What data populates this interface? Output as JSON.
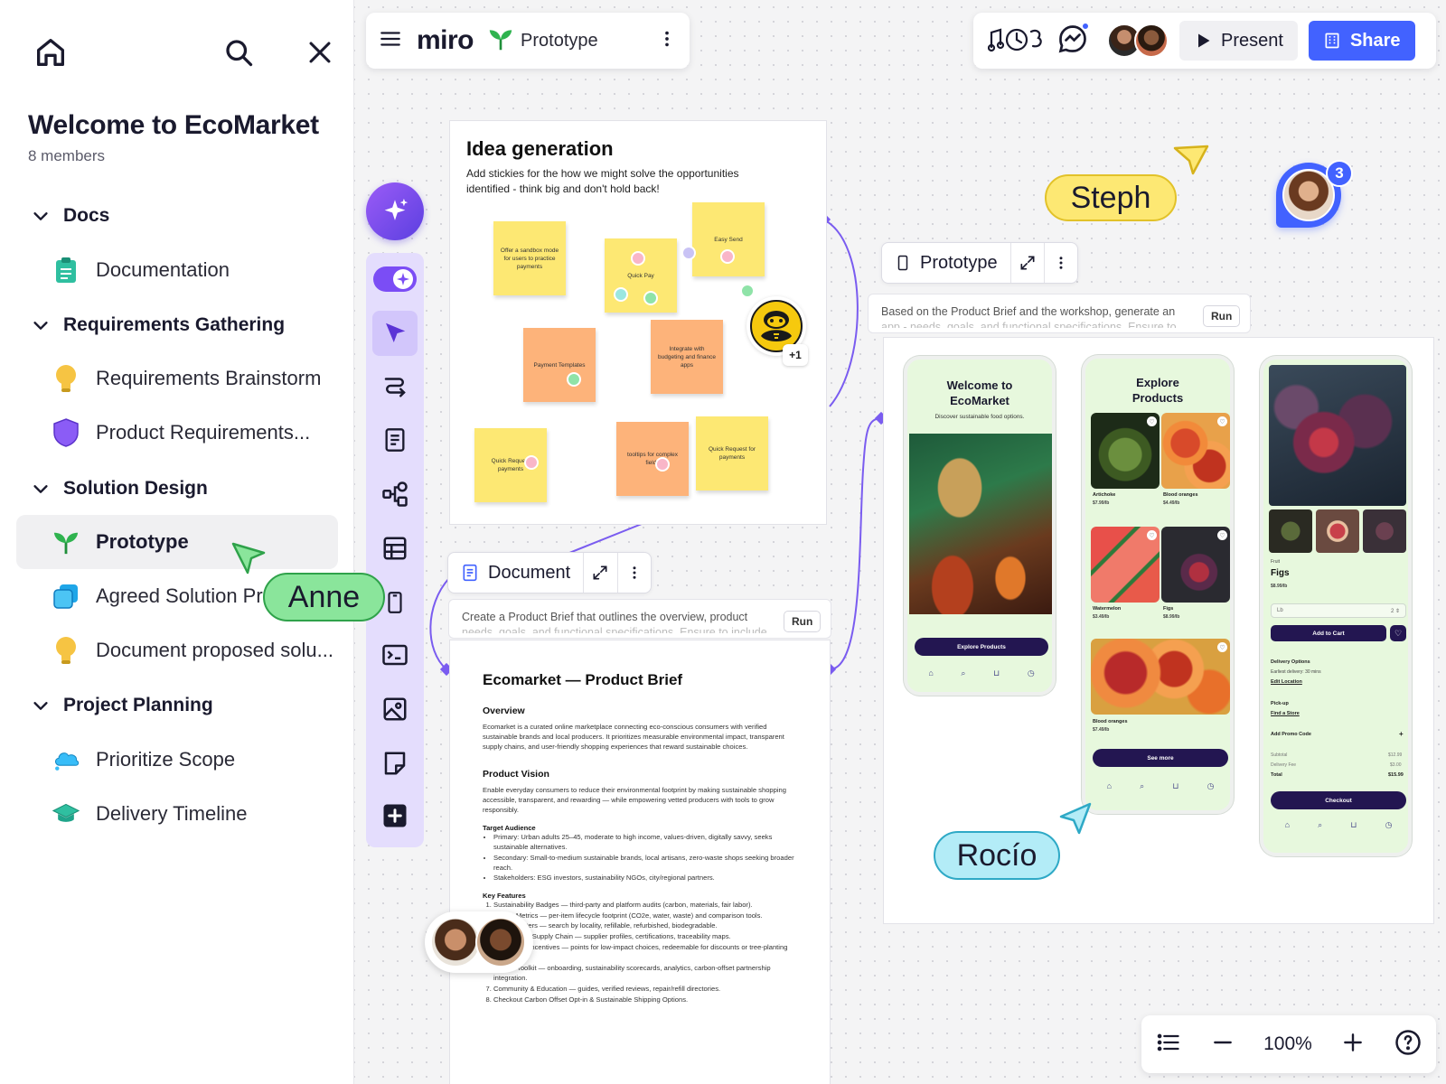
{
  "sidebar": {
    "workspace_title": "Welcome to EcoMarket",
    "members": "8 members",
    "sections": [
      {
        "label": "Docs",
        "items": [
          {
            "label": "Documentation",
            "icon": "clipboard-icon",
            "color": "#2fbfa0"
          }
        ]
      },
      {
        "label": "Requirements Gathering",
        "items": [
          {
            "label": "Requirements Brainstorm",
            "icon": "lightbulb-icon",
            "color": "#f6c443"
          },
          {
            "label": "Product Requirements...",
            "icon": "shield-icon",
            "color": "#8b5cf6"
          }
        ]
      },
      {
        "label": "Solution Design",
        "items": [
          {
            "label": "Prototype",
            "icon": "sprout-icon",
            "color": "#2fb34f",
            "active": true
          },
          {
            "label": "Agreed Solution Pro",
            "icon": "layers-icon",
            "color": "#1fa6e8"
          },
          {
            "label": "Document proposed solu...",
            "icon": "lightbulb-icon",
            "color": "#f6c443"
          }
        ]
      },
      {
        "label": "Project Planning",
        "items": [
          {
            "label": "Prioritize Scope",
            "icon": "cloud-icon",
            "color": "#38bdf8"
          },
          {
            "label": "Delivery Timeline",
            "icon": "graduation-cap-icon",
            "color": "#2fbfa0"
          }
        ]
      }
    ]
  },
  "topbar": {
    "logo": "miro",
    "board_name": "Prototype",
    "present_label": "Present",
    "share_label": "Share",
    "accent": "#4262ff"
  },
  "idea": {
    "title": "Idea generation",
    "description": "Add stickies for the how we might solve the opportunities identified - think big and don't hold back!",
    "stickies": [
      "Offer a sandbox mode for users to practice payments",
      "Quick Pay",
      "Easy Send",
      "Payment Templates",
      "Integrate with budgeting and finance apps",
      "Quick Request payments",
      "tooltips for complex fields",
      "Quick Request for payments"
    ],
    "extra_count": "+1"
  },
  "document_card": {
    "label": "Document",
    "prompt": "Create a Product Brief that outlines the overview, product",
    "prompt_more": "needs, goals, and functional specifications. Ensure to include",
    "run": "Run"
  },
  "prototype_card": {
    "label": "Prototype",
    "prompt": "Based on the Product Brief and the workshop, generate an",
    "prompt_more": "app - needs, goals, and functional specifications. Ensure to",
    "run": "Run"
  },
  "doc": {
    "title": "Ecomarket — Product Brief",
    "overview_h": "Overview",
    "overview": "Ecomarket is a curated online marketplace connecting eco-conscious consumers with verified sustainable brands and local producers. It prioritizes measurable environmental impact, transparent supply chains, and user-friendly shopping experiences that reward sustainable choices.",
    "vision_h": "Product Vision",
    "vision": "Enable everyday consumers to reduce their environmental footprint by making sustainable shopping accessible, transparent, and rewarding — while empowering vetted producers with tools to grow responsibly.",
    "audience_h": "Target Audience",
    "audience": [
      "Primary: Urban adults 25–45, moderate to high income, values-driven, digitally savvy, seeks sustainable alternatives.",
      "Secondary: Small-to-medium sustainable brands, local artisans, zero-waste shops seeking broader reach.",
      "Stakeholders: ESG investors, sustainability NGOs, city/regional partners."
    ],
    "features_h": "Key Features",
    "features": [
      "Sustainability Badges — third-party and platform audits (carbon, materials, fair labor).",
      "Impact Metrics — per-item lifecycle footprint (CO2e, water, waste) and comparison tools.",
      "Circular Filters — search by locality, refillable, refurbished, biodegradable.",
      "Transparent Supply Chain — supplier profiles, certifications, traceability maps.",
      "Rewards & Incentives — points for low-impact choices, redeemable for discounts or tree-planting credits.",
      "Vendor Toolkit — onboarding, sustainability scorecards, analytics, carbon-offset partnership integration.",
      "Community & Education — guides, verified reviews, repair/refill directories.",
      "Checkout Carbon Offset Opt-in & Sustainable Shipping Options."
    ]
  },
  "phones": {
    "welcome": {
      "title": "Welcome to EcoMarket",
      "subtitle": "Discover sustainable food options.",
      "button": "Explore Products"
    },
    "explore": {
      "title": "Explore Products",
      "products": [
        {
          "name": "Artichoke",
          "price": "$7.99/lb"
        },
        {
          "name": "Blood oranges",
          "price": "$4.49/lb"
        },
        {
          "name": "Watermelon",
          "price": "$3.49/lb"
        },
        {
          "name": "Figs",
          "price": "$8.99/lb"
        },
        {
          "name": "Blood oranges",
          "price": "$7.49/lb"
        }
      ],
      "button": "See more"
    },
    "detail": {
      "category": "Fruit",
      "name": "Figs",
      "price": "$8.99/lb",
      "unit": "Lb",
      "qty": "2",
      "add_to_cart": "Add to Cart",
      "delivery_h": "Delivery Options",
      "delivery_text": "Earliest delivery: 30 mins",
      "edit_location": "Edit Location",
      "pickup_h": "Pick-up",
      "find_store": "Find a Store",
      "promo": "Add Promo Code",
      "subtotal_label": "Subtotal",
      "subtotal": "$12.99",
      "fee_label": "Delivery Fee",
      "fee": "$3.00",
      "total_label": "Total",
      "total": "$15.99",
      "checkout": "Checkout"
    }
  },
  "collaborators": {
    "steph": "Steph",
    "anne": "Anne",
    "rocio": "Rocío",
    "notification_count": "3"
  },
  "zoom": {
    "value": "100%"
  }
}
